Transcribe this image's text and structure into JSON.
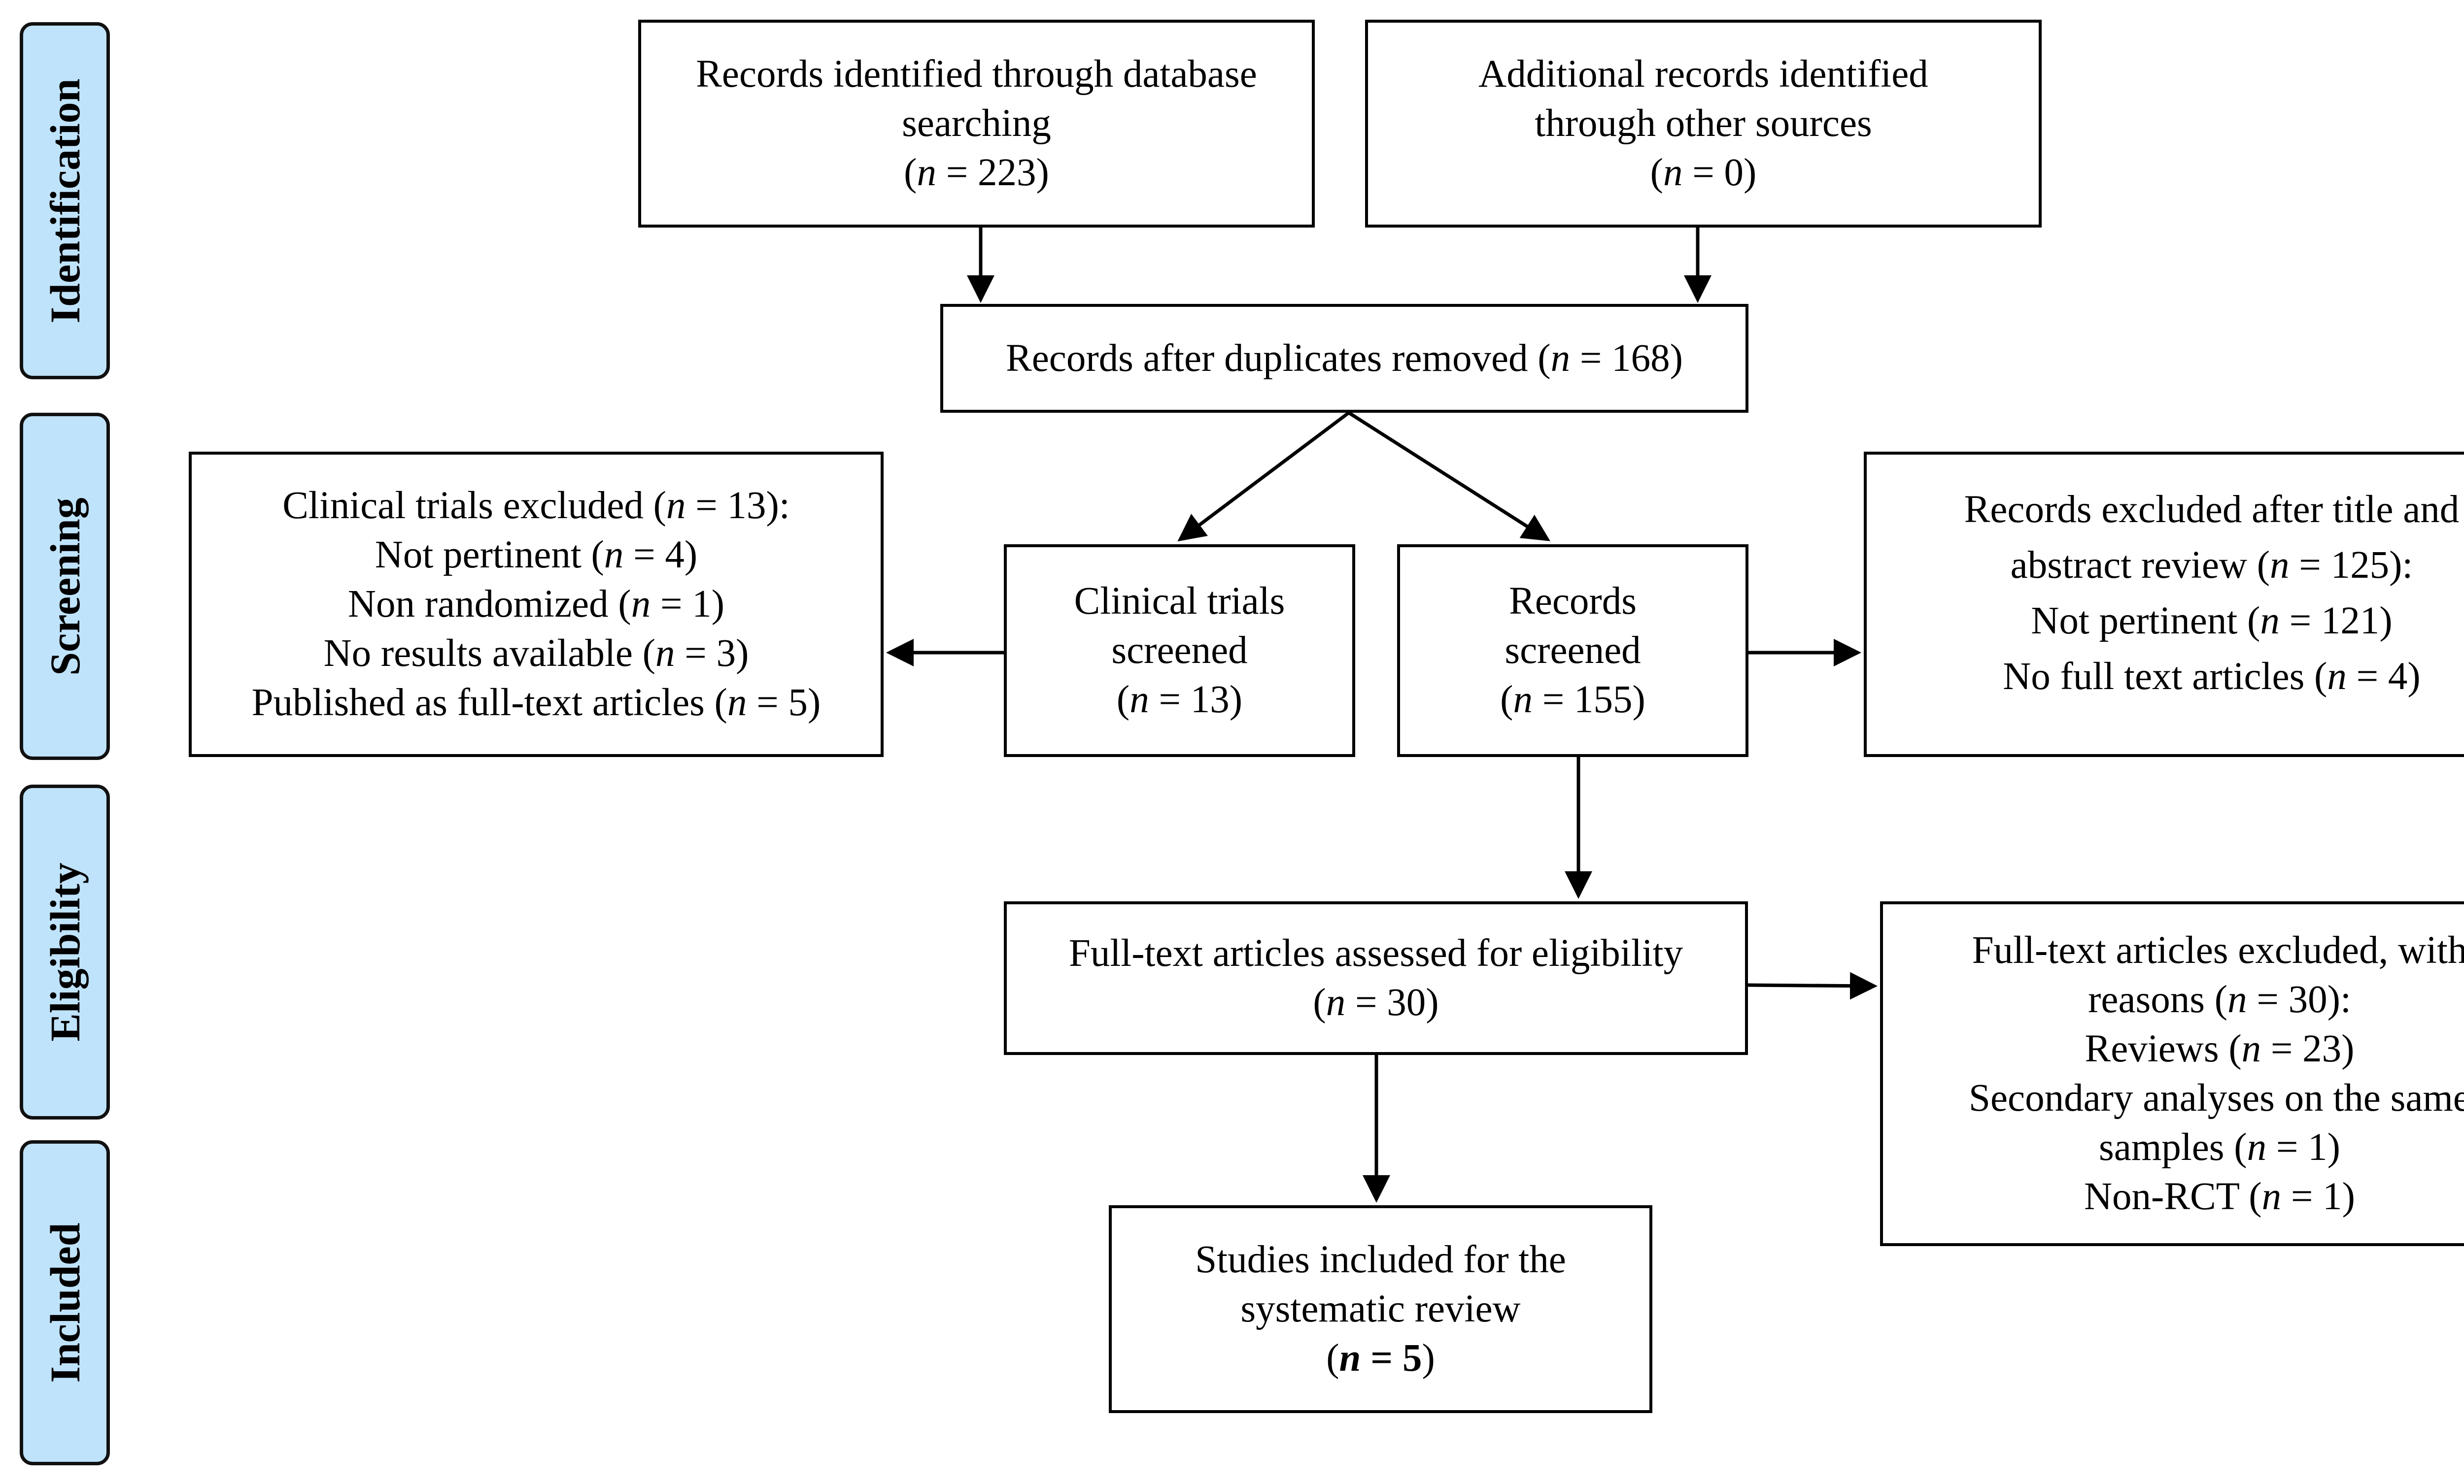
{
  "stages": {
    "identification": "Identification",
    "screening": "Screening",
    "eligibility": "Eligibility",
    "included": "Included"
  },
  "n_symbol": "n",
  "boxes": {
    "database_search": {
      "line1": "Records identified through database",
      "line2": "searching",
      "count": "(n = 223)",
      "count_pre": "(",
      "count_eq": " = 223)"
    },
    "other_sources": {
      "line1": "Additional records identified",
      "line2": "through other sources",
      "count_pre": "(",
      "count_eq": " = 0)"
    },
    "after_duplicates": {
      "text": "Records after duplicates removed (",
      "count_eq": " = 168)"
    },
    "clinical_trials_screened": {
      "line1": "Clinical trials",
      "line2": "screened",
      "count_pre": "(",
      "count_eq": " = 13)"
    },
    "records_screened": {
      "line1": "Records",
      "line2": "screened",
      "count_pre": "(",
      "count_eq": " = 155)"
    },
    "clinical_trials_excluded": {
      "line1_pre": "Clinical trials excluded (",
      "line1_eq": " = 13):",
      "line2_pre": "Not pertinent (",
      "line2_eq": " = 4)",
      "line3_pre": "Non randomized (",
      "line3_eq": " = 1)",
      "line4_pre": "No results available (",
      "line4_eq": " = 3)",
      "line5_pre": "Published as full-text articles (",
      "line5_eq": " = 5)"
    },
    "records_excluded": {
      "line1": "Records excluded after title and",
      "line2_pre": "abstract review (",
      "line2_eq": " = 125):",
      "line3_pre": "Not pertinent (",
      "line3_eq": " = 121)",
      "line4_pre": "No full text articles (",
      "line4_eq": " = 4)"
    },
    "full_text_assessed": {
      "line1": "Full-text articles assessed for eligibility",
      "count_pre": "(",
      "count_eq": " = 30)"
    },
    "full_text_excluded": {
      "line1": "Full-text articles excluded, with",
      "line2_pre": "reasons (",
      "line2_eq": " = 30):",
      "line3_pre": "Reviews (",
      "line3_eq": " = 23)",
      "line4": "Secondary analyses on the same",
      "line5_pre": "samples (",
      "line5_eq": " = 1)",
      "line6_pre": "Non-RCT (",
      "line6_eq": " = 1)"
    },
    "studies_included": {
      "line1": "Studies included for the",
      "line2": "systematic review",
      "count_pre": "(",
      "count_n": "n = 5",
      "count_post": ")"
    }
  }
}
